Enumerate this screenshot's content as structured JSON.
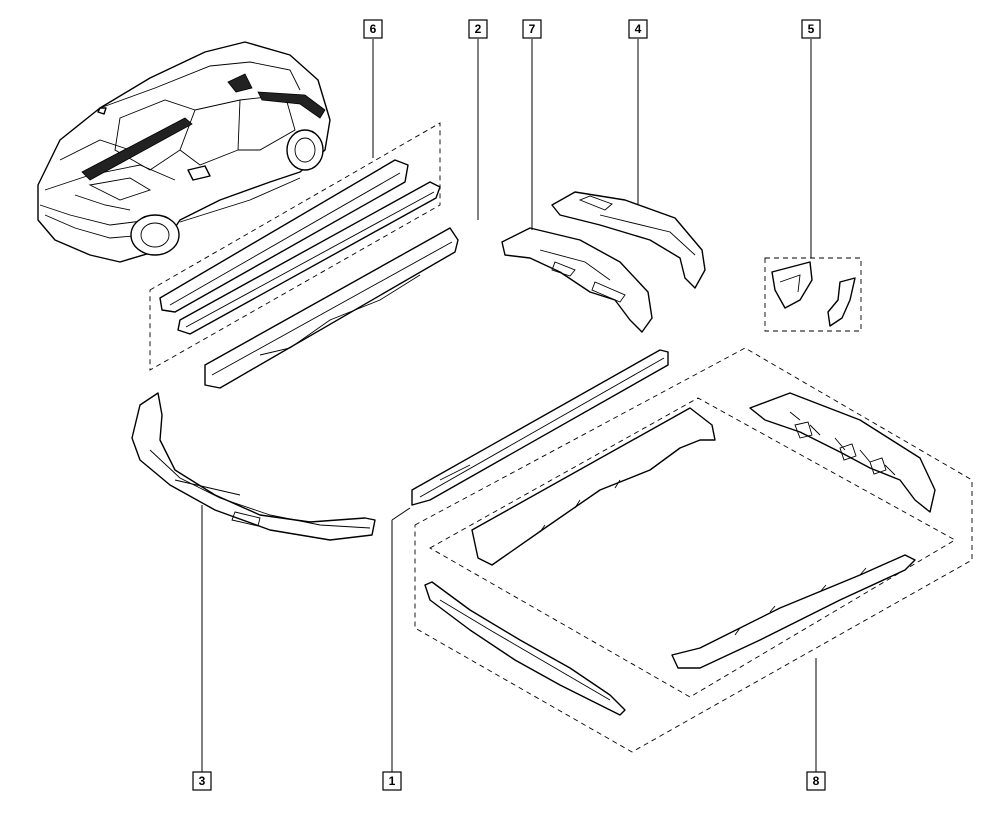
{
  "diagram": {
    "callouts": [
      {
        "id": "c6",
        "label": "6"
      },
      {
        "id": "c2",
        "label": "2"
      },
      {
        "id": "c7",
        "label": "7"
      },
      {
        "id": "c4",
        "label": "4"
      },
      {
        "id": "c5",
        "label": "5"
      },
      {
        "id": "c3",
        "label": "3"
      },
      {
        "id": "c1",
        "label": "1"
      },
      {
        "id": "c8",
        "label": "8"
      }
    ]
  }
}
